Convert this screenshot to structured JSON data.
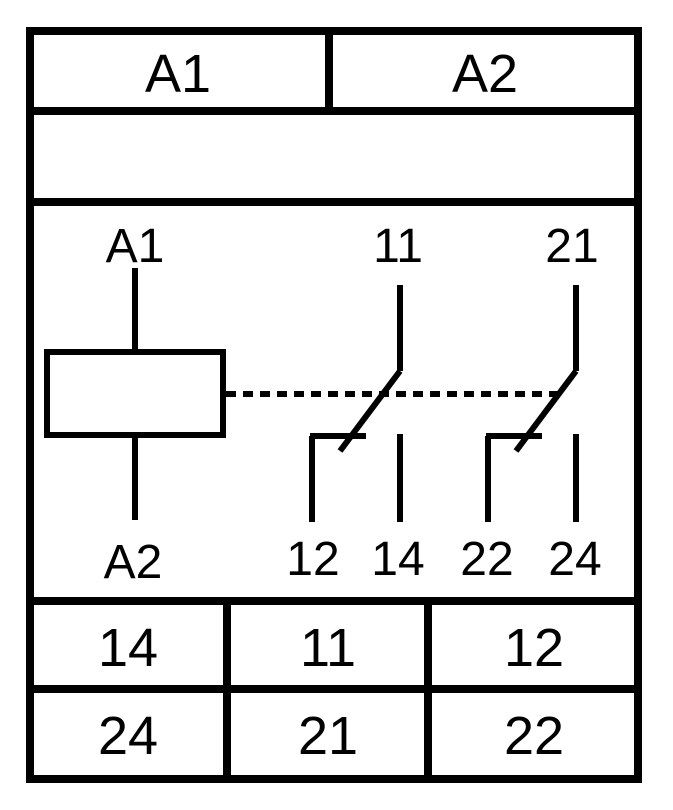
{
  "top_terminals": {
    "left": "A1",
    "right": "A2"
  },
  "diagram": {
    "coil_top_label": "A1",
    "coil_bottom_label": "A2",
    "contact1_common_label": "11",
    "contact2_common_label": "21",
    "bottom_labels": [
      "12",
      "14",
      "22",
      "24"
    ]
  },
  "bottom_terminals": {
    "row1": [
      "14",
      "11",
      "12"
    ],
    "row2": [
      "24",
      "21",
      "22"
    ]
  },
  "colors": {
    "line": "#000000",
    "background": "#ffffff"
  }
}
